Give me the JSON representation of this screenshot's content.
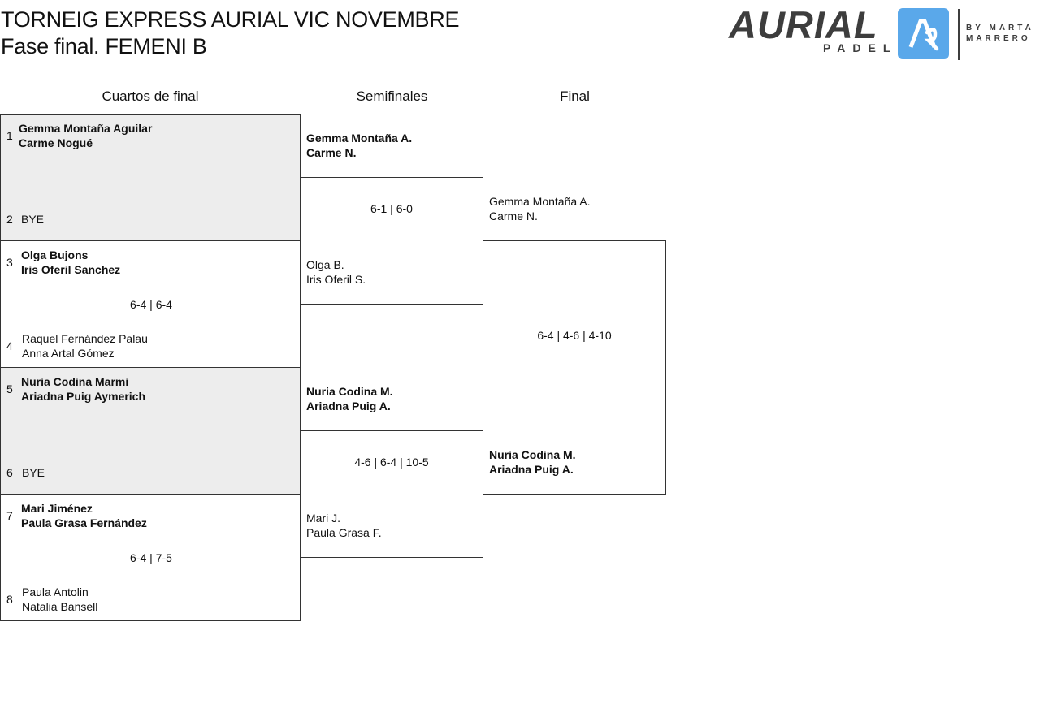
{
  "header": {
    "title": "TORNEIG EXPRESS AURIAL VIC NOVEMBRE",
    "subtitle": "Fase final. FEMENI B"
  },
  "logo": {
    "word": "AURIAL",
    "sub": "PADEL",
    "by_line1": "BY MARTA",
    "by_line2": "MARRERO",
    "accent": "#5aa8ea"
  },
  "rounds": {
    "quarters": "Cuartos de final",
    "semis": "Semifinales",
    "final": "Final"
  },
  "quarters": [
    {
      "seed_a": "1",
      "a1": "Gemma Montaña Aguilar",
      "a2": "Carme Nogué",
      "seed_b": "2",
      "b1": "BYE",
      "b2": "",
      "score": ""
    },
    {
      "seed_a": "3",
      "a1": "Olga Bujons",
      "a2": "Iris Oferil Sanchez",
      "seed_b": "4",
      "b1": "Raquel Fernández Palau",
      "b2": "Anna Artal Gómez",
      "score": "6-4 | 6-4"
    },
    {
      "seed_a": "5",
      "a1": "Nuria Codina Marmi",
      "a2": "Ariadna Puig Aymerich",
      "seed_b": "6",
      "b1": "BYE",
      "b2": "",
      "score": ""
    },
    {
      "seed_a": "7",
      "a1": "Mari Jiménez",
      "a2": "Paula Grasa Fernández",
      "seed_b": "8",
      "b1": "Paula Antolin",
      "b2": "Natalia Bansell",
      "score": "6-4 | 7-5"
    }
  ],
  "semis": [
    {
      "a1": "Gemma Montaña A.",
      "a2": "Carme N.",
      "b1": "Olga B.",
      "b2": "Iris Oferil S.",
      "score": "6-1 | 6-0"
    },
    {
      "a1": "Nuria Codina M.",
      "a2": "Ariadna Puig A.",
      "b1": "Mari J.",
      "b2": "Paula Grasa F.",
      "score": "4-6 | 6-4 | 10-5"
    }
  ],
  "final": {
    "a1": "Gemma Montaña A.",
    "a2": "Carme N.",
    "b1": "Nuria Codina M.",
    "b2": "Ariadna Puig A.",
    "score": "6-4 | 4-6 | 4-10"
  }
}
